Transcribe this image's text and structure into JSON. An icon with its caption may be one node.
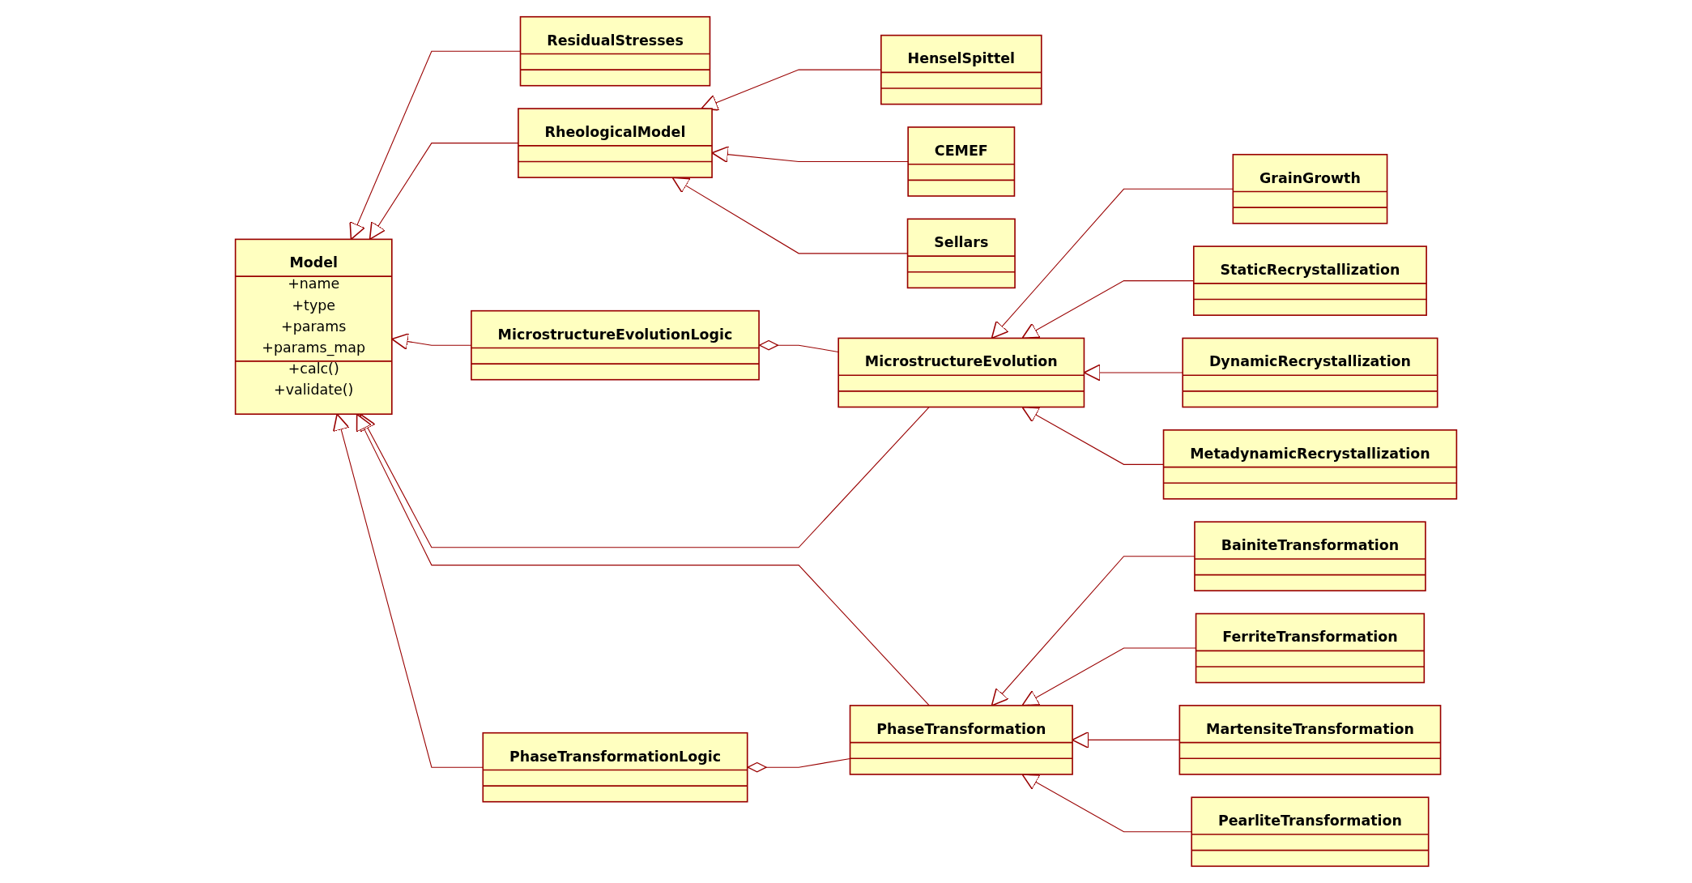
{
  "diagram": {
    "nodes": [
      {
        "text": [
          "ResidualStresses"
        ]
      },
      {
        "text": [
          "MicrostructureEvolutionLogic"
        ]
      },
      {
        "text": [
          "GrainGrowth"
        ]
      },
      {
        "text": [
          "HenselSpittel"
        ]
      },
      {
        "text": [
          "StaticRecrystallization"
        ]
      },
      {
        "text": [
          "Model",
          "+name",
          "+type",
          "+params",
          "+params_map",
          "+calc()",
          "+validate()"
        ]
      },
      {
        "text": [
          "RheologicalModel"
        ]
      },
      {
        "text": [
          "CEMEF"
        ]
      },
      {
        "text": [
          "MicrostructureEvolution"
        ]
      },
      {
        "text": [
          "DynamicRecrystallization"
        ]
      },
      {
        "text": [
          "Sellars"
        ]
      },
      {
        "text": [
          "MetadynamicRecrystallization"
        ]
      },
      {
        "text": [
          "PhaseTransformation"
        ]
      },
      {
        "text": [
          "PhaseTransformationLogic"
        ]
      },
      {
        "text": [
          "BainiteTransformation"
        ]
      },
      {
        "text": [
          "FerriteTransformation"
        ]
      },
      {
        "text": [
          "MartensiteTransformation"
        ]
      },
      {
        "text": [
          "PearliteTransformation"
        ]
      }
    ],
    "edges": [
      {
        "from": 0,
        "to": 5,
        "arrow": "to"
      },
      {
        "from": 1,
        "to": 5,
        "arrow": "to"
      },
      {
        "from": 8,
        "to": 1,
        "arrow": "other"
      },
      {
        "from": 2,
        "to": 8,
        "arrow": "to"
      },
      {
        "from": 3,
        "to": 6,
        "arrow": "to"
      },
      {
        "from": 4,
        "to": 8,
        "arrow": "to"
      },
      {
        "from": 6,
        "to": 5,
        "arrow": "to"
      },
      {
        "from": 7,
        "to": 6,
        "arrow": "to"
      },
      {
        "from": 8,
        "to": 5,
        "arrow": "to"
      },
      {
        "from": 9,
        "to": 8,
        "arrow": "to"
      },
      {
        "from": 10,
        "to": 6,
        "arrow": "to"
      },
      {
        "from": 11,
        "to": 8,
        "arrow": "to"
      },
      {
        "from": 12,
        "to": 5,
        "arrow": "to"
      },
      {
        "from": 12,
        "to": 13,
        "arrow": "other"
      },
      {
        "from": 13,
        "to": 5,
        "arrow": "to"
      },
      {
        "from": 14,
        "to": 12,
        "arrow": "to"
      },
      {
        "from": 15,
        "to": 12,
        "arrow": "to"
      },
      {
        "from": 16,
        "to": 12,
        "arrow": "to"
      },
      {
        "from": 17,
        "to": 12,
        "arrow": "to"
      }
    ]
  }
}
